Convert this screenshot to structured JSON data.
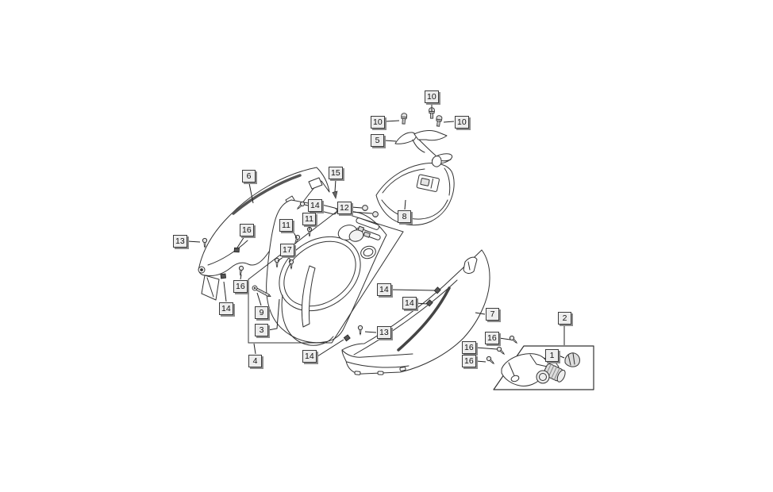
{
  "diagram": {
    "type": "exploded-parts-diagram",
    "subject": "scooter-rear-body-panels",
    "background_color": "#ffffff",
    "line_color": "#333333",
    "label_box": {
      "fill": "#ededed",
      "border": "#3c3c3c",
      "shadow": "#8c8c8c",
      "text_color": "#111111"
    },
    "part_numbers_visible": [
      "1",
      "2",
      "3",
      "4",
      "5",
      "6",
      "7",
      "8",
      "9",
      "10",
      "11",
      "12",
      "13",
      "14",
      "15",
      "16",
      "17"
    ],
    "callouts": [
      {
        "text": "10"
      },
      {
        "text": "10"
      },
      {
        "text": "10"
      },
      {
        "text": "5"
      },
      {
        "text": "6"
      },
      {
        "text": "15"
      },
      {
        "text": "14"
      },
      {
        "text": "12"
      },
      {
        "text": "8"
      },
      {
        "text": "11"
      },
      {
        "text": "11"
      },
      {
        "text": "16"
      },
      {
        "text": "13"
      },
      {
        "text": "17"
      },
      {
        "text": "16"
      },
      {
        "text": "14"
      },
      {
        "text": "9"
      },
      {
        "text": "3"
      },
      {
        "text": "4"
      },
      {
        "text": "14"
      },
      {
        "text": "13"
      },
      {
        "text": "14"
      },
      {
        "text": "14"
      },
      {
        "text": "7"
      },
      {
        "text": "16"
      },
      {
        "text": "16"
      },
      {
        "text": "16"
      },
      {
        "text": "2"
      },
      {
        "text": "1"
      }
    ]
  }
}
